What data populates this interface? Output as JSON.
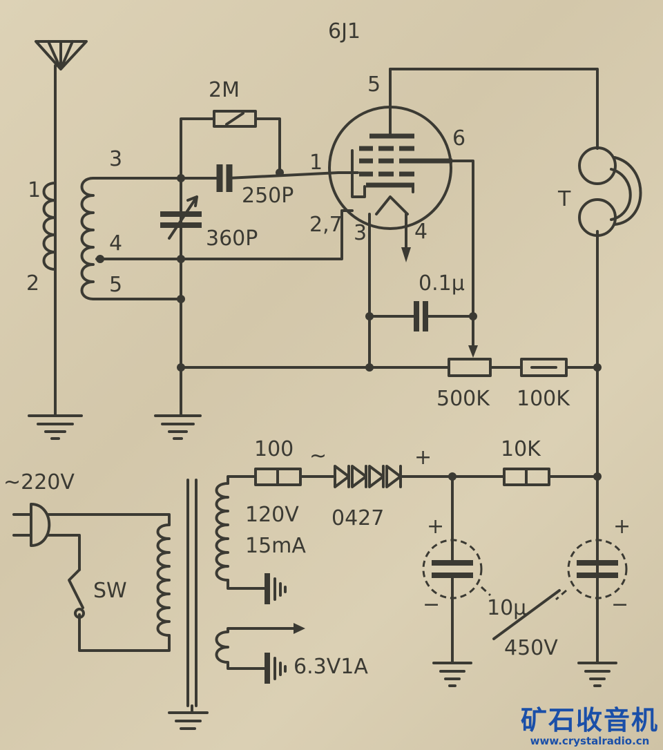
{
  "title": "6J1",
  "labels": {
    "l1_pin1": "1",
    "l1_pin2": "2",
    "l2_tap3": "3",
    "l2_tap4": "4",
    "l2_tap5": "5",
    "grid_resistor": "2M",
    "grid_cap": "250P",
    "tuning_cap": "360P",
    "tube_pin1": "1",
    "tube_pin27": "2,7",
    "tube_pin3": "3",
    "tube_pin4": "4",
    "tube_pin5": "5",
    "tube_pin6": "6",
    "bypass_cap": "0.1μ",
    "pot": "500K",
    "resistor_100k": "100K",
    "headphones": "T",
    "mains": "~220V",
    "switch": "SW",
    "series_resistor": "100",
    "ac_symbol": "~",
    "secondary_voltage": "120V",
    "secondary_current": "15mA",
    "diode": "0427",
    "dc_plus": "+",
    "filter_resistor": "10K",
    "cap1_plus": "+",
    "cap1_minus": "−",
    "cap2_plus": "+",
    "cap2_minus": "−",
    "filter_cap_value": "10μ",
    "filter_cap_voltage": "450V",
    "heater": "6.3V1A"
  },
  "watermark": {
    "name": "矿石收音机",
    "url": "www.crystalradio.cn"
  }
}
